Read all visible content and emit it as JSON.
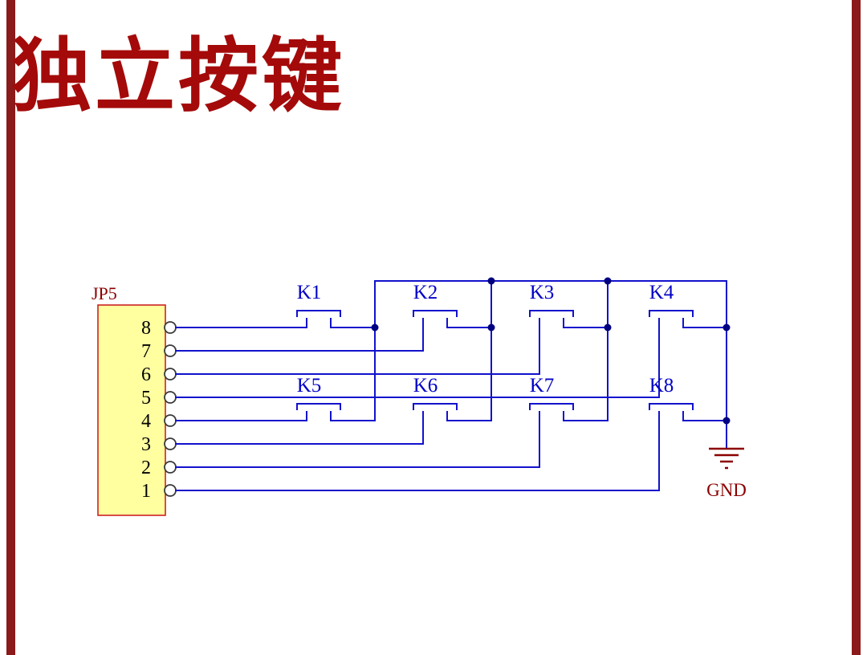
{
  "page": {
    "title": "独立按键",
    "colors": {
      "title": "#A40A0A",
      "side_bar": "#8B1A1A",
      "background": "#FFFFFF",
      "wire": "#1212CC",
      "junction": "#000080",
      "label_blue": "#0000C8",
      "dark_red": "#8B0000",
      "pin_number": "#000000",
      "connector_fill": "#FFFFA0",
      "connector_stroke": "#CC2222",
      "pin_circle_stroke": "#3A3A3A"
    }
  },
  "schematic": {
    "connector": {
      "label": "JP5",
      "pins": [
        "8",
        "7",
        "6",
        "5",
        "4",
        "3",
        "2",
        "1"
      ]
    },
    "buttons": [
      "K1",
      "K2",
      "K3",
      "K4",
      "K5",
      "K6",
      "K7",
      "K8"
    ],
    "ground": {
      "label": "GND"
    }
  }
}
